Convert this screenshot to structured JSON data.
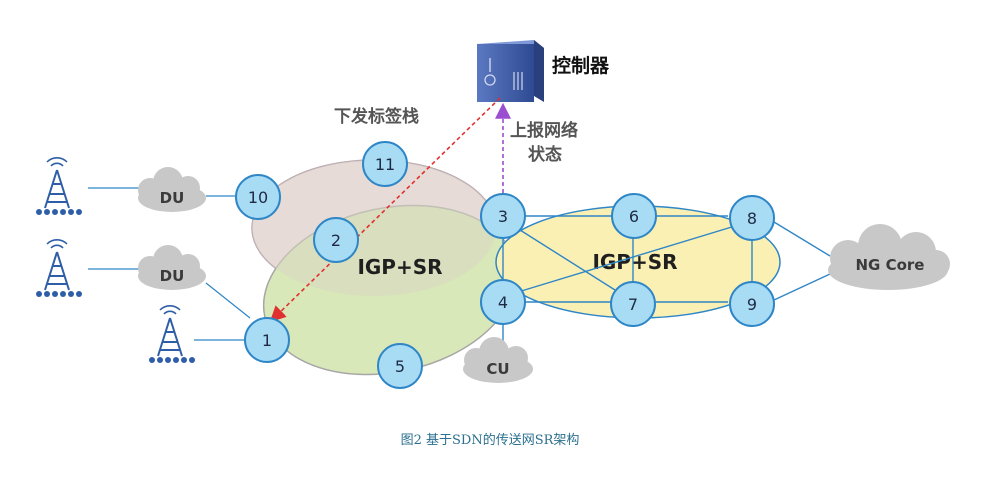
{
  "diagram": {
    "controller_label": "控制器",
    "push_label": "下发标签栈",
    "report_label_line1": "上报网络",
    "report_label_line2": "状态",
    "zones": {
      "left": "IGP+SR",
      "right": "IGP+SR"
    },
    "clouds": {
      "du_top": "DU",
      "du_mid": "DU",
      "cu": "CU",
      "ng_core": "NG Core"
    },
    "nodes": [
      "1",
      "2",
      "3",
      "4",
      "5",
      "6",
      "7",
      "8",
      "9",
      "10",
      "11"
    ],
    "caption": "图2  基于SDN的传送网SR架构"
  },
  "colors": {
    "node_fill": "#a8dcf5",
    "node_stroke": "#2f86c6",
    "zone_pink": "#f7e3ee",
    "zone_green": "#d9e8b8",
    "zone_yellow": "#faf0b4",
    "controller": "#3f5ea8",
    "red_dashed": "#e03030",
    "purple_dashed": "#9a4fd0",
    "cloud": "#c8c8c8"
  }
}
